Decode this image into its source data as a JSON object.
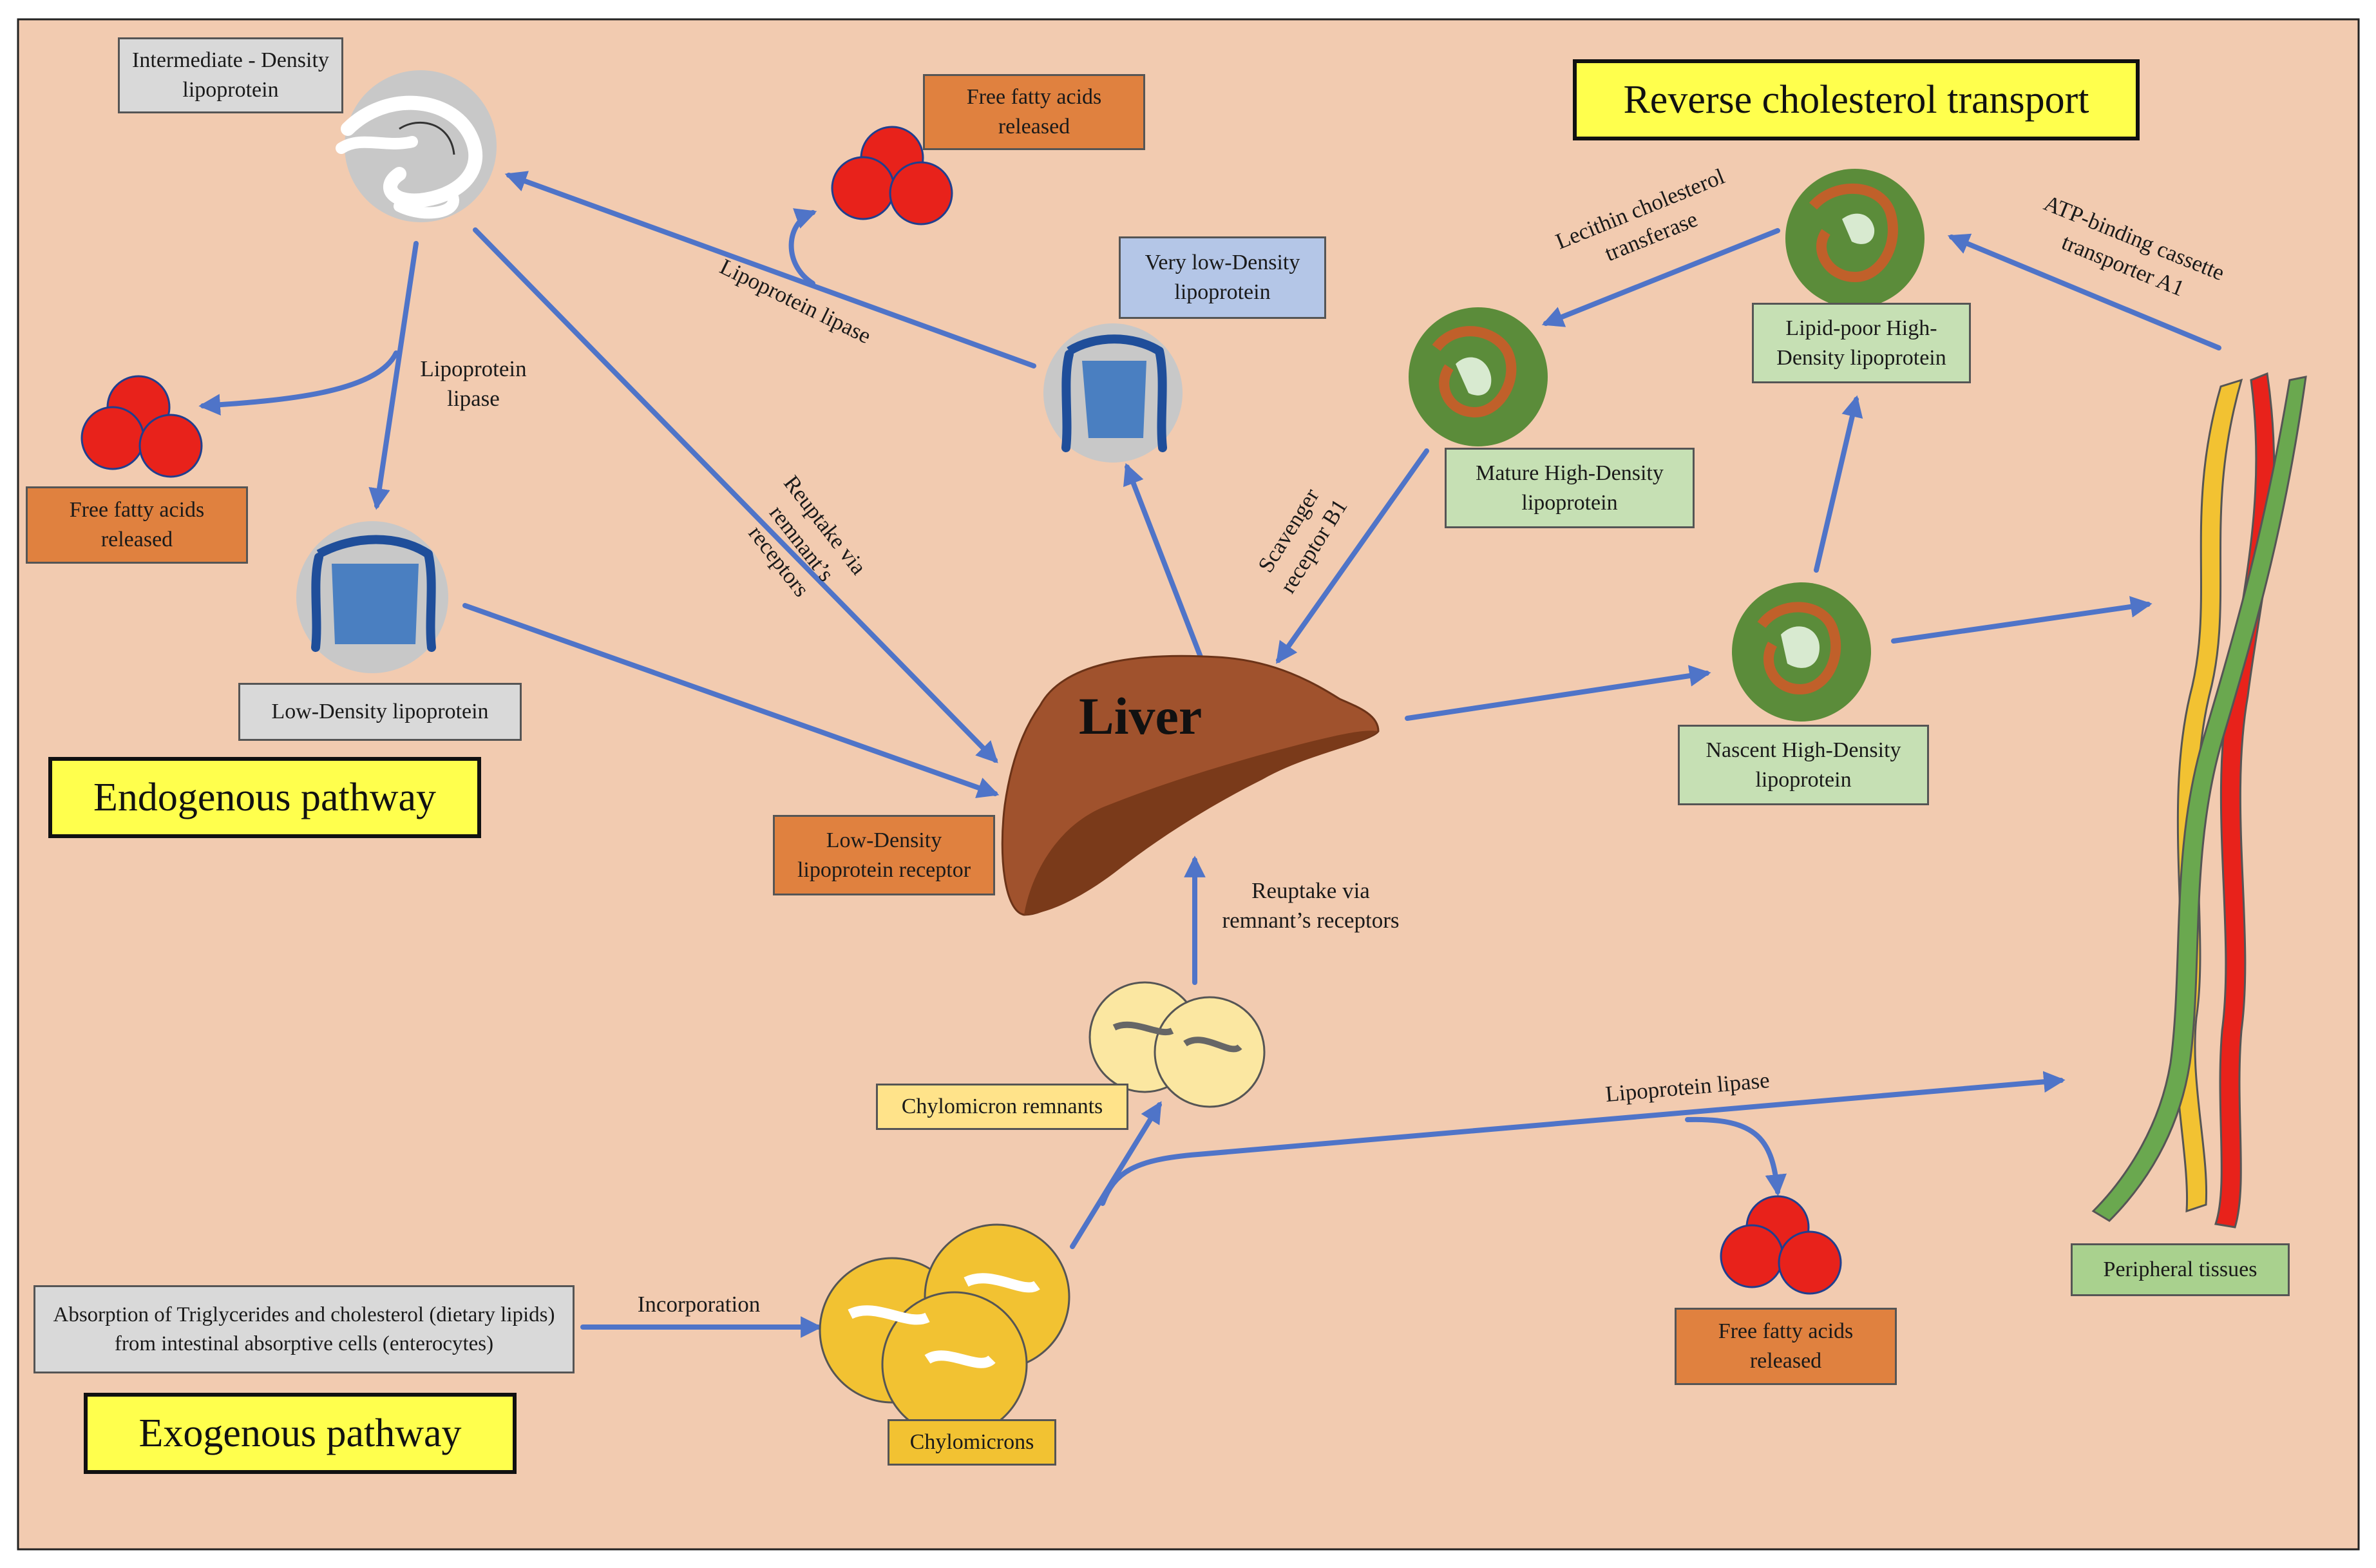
{
  "colors": {
    "background": "#f2cbb0",
    "arrow": "#4f74c8",
    "grey_box": "#d9d9d9",
    "orange_box": "#e0813f",
    "blue_box": "#b4c6e7",
    "green_box": "#c6e0b4",
    "yellow_box": "#ffe38a",
    "title_yellow": "#ffff4d",
    "fatty_acid_red": "#e8221b",
    "liver_brown": "#a0522d",
    "hdl_green": "#5b8c3a",
    "hdl_orange": "#c0602a"
  },
  "titles": {
    "reverse": "Reverse cholesterol transport",
    "endogenous": "Endogenous pathway",
    "exogenous": "Exogenous pathway"
  },
  "boxes": {
    "idl": "Intermediate - Density lipoprotein",
    "ffa_top": "Free fatty acids released",
    "ffa_left": "Free fatty acids released",
    "ffa_bottom": "Free fatty acids released",
    "vldl": "Very low-Density lipoprotein",
    "ldl": "Low-Density lipoprotein",
    "ldl_receptor": "Low-Density lipoprotein receptor",
    "lipid_poor_hdl": "Lipid-poor High-Density lipoprotein",
    "mature_hdl": "Mature High-Density lipoprotein",
    "nascent_hdl": "Nascent High-Density lipoprotein",
    "peripheral": "Peripheral tissues",
    "absorption": "Absorption of Triglycerides and cholesterol (dietary lipids) from intestinal absorptive cells (enterocytes)",
    "chylomicrons": "Chylomicrons",
    "chylo_remnants": "Chylomicron remnants"
  },
  "labels": {
    "liver": "Liver",
    "lpl_left": "Lipoprotein lipase",
    "lpl_top": "Lipoprotein lipase",
    "lpl_bottom": "Lipoprotein lipase",
    "reuptake_top": "Reuptake via remnant’s receptors",
    "reuptake_bottom": "Reuptake via remnant’s receptors",
    "scavenger": "Scavenger receptor B1",
    "lcat": "Lecithin cholesterol transferase",
    "abca1": "ATP-binding cassette transporter A1",
    "incorporation": "Incorporation"
  }
}
